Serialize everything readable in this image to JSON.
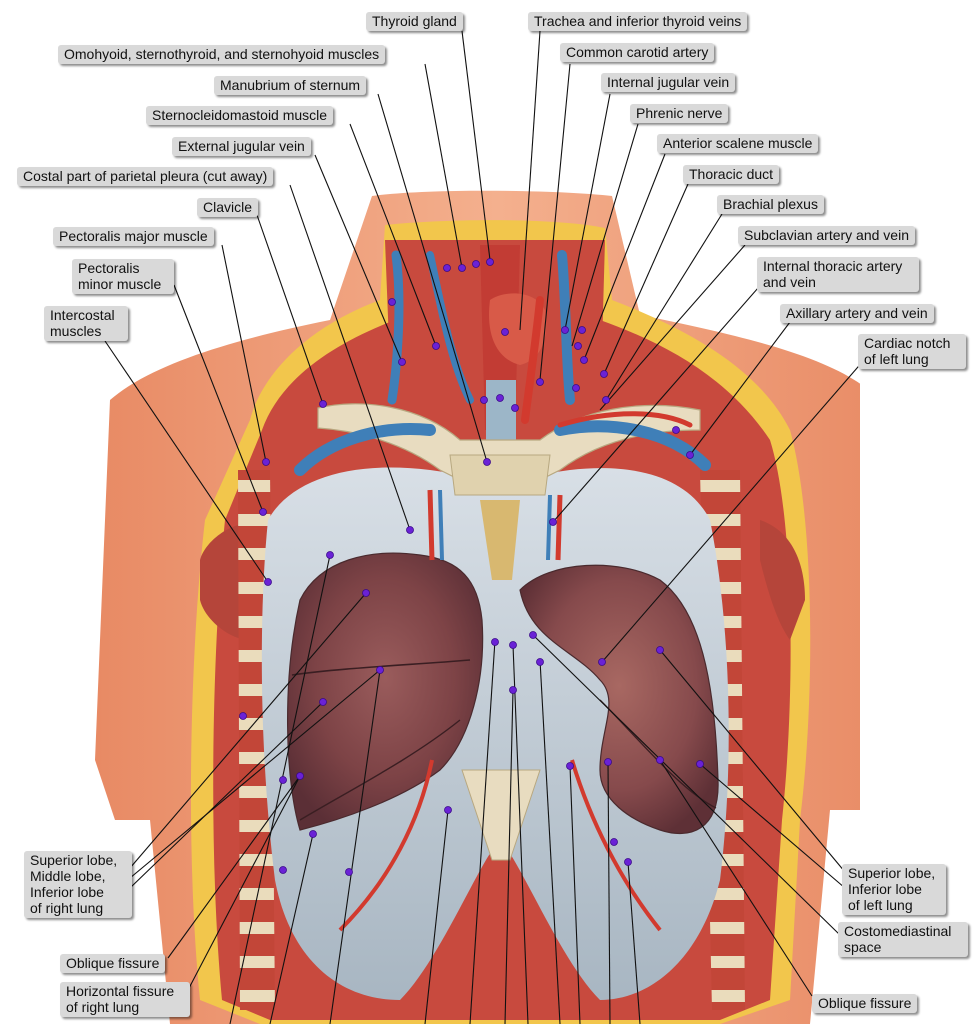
{
  "labels": {
    "thyroid_gland": "Thyroid gland",
    "trachea_inferior_thyroid_veins": "Trachea and inferior thyroid veins",
    "infrahyoid_muscles": "Omohyoid, sternothyroid, and sternohyoid muscles",
    "common_carotid_artery": "Common carotid artery",
    "manubrium_of_sternum": "Manubrium of sternum",
    "internal_jugular_vein": "Internal jugular vein",
    "phrenic_nerve": "Phrenic nerve",
    "sternocleidomastoid_muscle": "Sternocleidomastoid muscle",
    "anterior_scalene_muscle": "Anterior scalene muscle",
    "external_jugular_vein": "External jugular vein",
    "thoracic_duct": "Thoracic duct",
    "costal_parietal_pleura": "Costal part of parietal pleura (cut away)",
    "brachial_plexus": "Brachial plexus",
    "clavicle": "Clavicle",
    "subclavian_artery_vein": "Subclavian artery and vein",
    "pectoralis_major_muscle": "Pectoralis major muscle",
    "internal_thoracic_artery_line1": "Internal thoracic artery",
    "internal_thoracic_artery_line2": "and vein",
    "pectoralis_minor_line1": "Pectoralis",
    "pectoralis_minor_line2": "minor muscle",
    "axillary_artery_vein": "Axillary artery and vein",
    "intercostal_line1": "Intercostal",
    "intercostal_line2": "muscles",
    "cardiac_notch_line1": "Cardiac notch",
    "cardiac_notch_line2": "of left lung",
    "right_lung_lobes_line1": "Superior lobe,",
    "right_lung_lobes_line2": "Middle lobe,",
    "right_lung_lobes_line3": "Inferior lobe",
    "right_lung_lobes_line4": "of right lung",
    "left_lung_lobes_line1": "Superior lobe,",
    "left_lung_lobes_line2": "Inferior lobe",
    "left_lung_lobes_line3": "of left lung",
    "oblique_fissure_right": "Oblique fissure",
    "costomediastinal_line1": "Costomediastinal",
    "costomediastinal_line2": "space",
    "horizontal_fissure_line1": "Horizontal fissure",
    "horizontal_fissure_line2": "of right lung",
    "oblique_fissure_left": "Oblique fissure"
  },
  "colors": {
    "label_bg": "#d9d9d9",
    "pin": "#6a22d6",
    "skin": "#f0a07e",
    "muscle": "#c8483c",
    "lung": "#8a4a4e",
    "pleura": "#c9d3dc",
    "bone": "#e8dcc0",
    "fat": "#f2c64c",
    "vein": "#3f7fb8",
    "artery": "#d23a2e"
  }
}
